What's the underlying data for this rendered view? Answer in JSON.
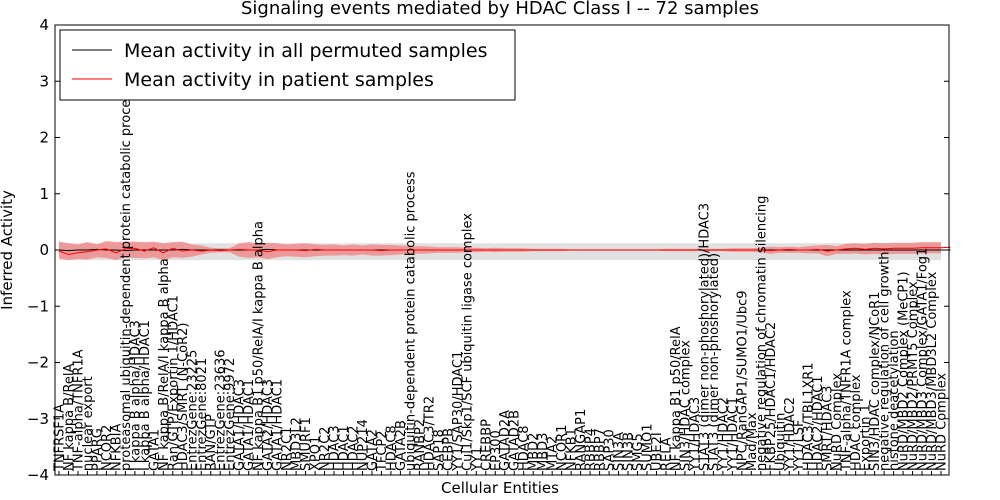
{
  "chart_data": {
    "type": "line",
    "title": "Signaling events mediated by HDAC Class I -- 72 samples",
    "xlabel": "Cellular Entities",
    "ylabel": "Inferred Activity",
    "ylim": [
      -4,
      4
    ],
    "yticks": [
      "−4",
      "−3",
      "−2",
      "−1",
      "0",
      "1",
      "2",
      "3",
      "4"
    ],
    "grid": false,
    "legend_position": "top-left",
    "colors": {
      "permuted": "#000000",
      "patient": "#ff0000",
      "patient_band": "#f08080",
      "permuted_band": "#c8c8c8"
    },
    "entities": [
      "TNFRSF1A",
      "NF kappa B/RelA",
      "TNF-alpha/TNFR1A",
      "nuclear export",
      "PPARG",
      "NCOR2",
      "NFKBIA",
      "proteasomal ubiquitin-dependent protein catabolic process",
      "I kappa B alpha/HDAC3",
      "I kappa B alpha/HDAC1",
      "GATA1",
      "NF kappa B/RelA/I kappa B alpha",
      "Ran/GTP/Exportin 1/HDAC1",
      "HDAC3/SMRT (N-CoR2)",
      "EntrezGene:23225",
      "EntrezGene:8021",
      "RAN/GTP",
      "EntrezGene:23636",
      "EntrezGene:9972",
      "GATA1/HDAC3",
      "GATA1/HDAC1",
      "NF kappa B1 p50/RelA/I kappa B alpha",
      "GATA2/HDAC3",
      "GATA1/HDAC1",
      "NR2C1",
      "MBD3L2",
      "SMURF1",
      "XPO1",
      "NR2C2",
      "HDAC3",
      "HDAC1",
      "HDAC2",
      "NUP214",
      "GATA2",
      "TFCP2",
      "HDAC8",
      "GATA2B",
      "ubiquitin-dependent protein catabolic process",
      "RANBP2",
      "HDAC3/TR2",
      "SAP18",
      "CEBPB",
      "YY1/SAP30/HDAC1",
      "Cul1/Skp1/SCF ubiquitin ligase complex",
      "YY1",
      "CREBBP",
      "EP300",
      "GATAD2A",
      "GATAD2B",
      "HDAC8",
      "MBD2",
      "MBD3",
      "MTA2",
      "NCOR1",
      "NFKB1",
      "RANGAP1",
      "RBBP4",
      "RBBP7",
      "SAP30",
      "SIN3A",
      "SIN3B",
      "SMG5",
      "SUMO1",
      "UBE2I",
      "RELA",
      "NF kappa B1 p50/RelA",
      "SIN3/HDAC complex",
      "YY1/HDAC3",
      "STAT3 (dimer non-phoshorylated)/HDAC3",
      "STAT3 (dimer non-phoshorylated)",
      "YY1/HDAC2",
      "YY1/HDAC1",
      "NPC/RanGAP1/SUMO1/Ubc9",
      "Mad/Max",
      "negative regulation of chromatin silencing",
      "FKBP25/HDAC1/HDAC2",
      "Ubiquitin",
      "YY1/HDAC2",
      "YY1/LSF",
      "HDAC3/TBL1XR1",
      "HDAC2/HDAC1",
      "SMRT/HDAC3",
      "NuRD Complex",
      "TNF-alpha/TNFR1A complex",
      "HDAC complex",
      "Exportin 1",
      "SIN3/HDAC complex/NCoR1",
      "negative regulation of cell growth",
      "histone deacetylation",
      "NuRD/MBD2 Complex (MeCP1)",
      "NuRD/MBD2/PRMT5 Complex",
      "NuRD/MBD3 Complex/GATA1/Fog1",
      "NuRD/MBD3/MBD3L2 Complex",
      "NuRD Complex"
    ],
    "series": [
      {
        "name": "Mean activity in all permuted samples",
        "values": [
          0.0,
          -0.01,
          0.0,
          0.0,
          0.01,
          0.0,
          0.0,
          -0.01,
          0.0,
          0.0,
          0.0,
          0.0,
          0.0,
          0.01,
          0.0,
          0.0,
          0.0,
          0.0,
          0.0,
          0.0,
          0.0,
          0.0,
          0.01,
          0.0,
          0.0,
          0.0,
          0.0,
          0.0,
          0.0,
          0.0,
          0.0,
          0.0,
          0.0,
          0.0,
          0.0,
          0.0,
          0.0,
          0.0,
          0.0,
          0.0,
          0.0,
          0.0,
          0.0,
          0.0,
          0.0,
          0.0,
          0.0,
          0.0,
          0.0,
          0.0,
          0.0,
          0.0,
          0.0,
          0.0,
          0.0,
          0.0,
          0.0,
          0.0,
          0.0,
          0.0,
          0.0,
          0.0,
          0.0,
          0.0,
          0.0,
          0.0,
          0.0,
          0.0,
          0.0,
          0.0,
          0.0,
          0.0,
          0.0,
          0.0,
          0.0,
          0.0,
          0.0,
          0.0,
          0.0,
          0.0,
          0.0,
          0.0,
          0.0,
          0.0,
          0.0,
          0.0,
          0.0,
          0.0,
          0.0,
          0.0,
          0.0,
          0.0,
          0.0,
          0.0,
          0.0
        ]
      },
      {
        "name": "Mean activity in patient samples",
        "values": [
          -0.02,
          -0.08,
          -0.05,
          -0.03,
          0.0,
          0.02,
          -0.05,
          0.02,
          0.03,
          -0.02,
          0.04,
          -0.05,
          0.03,
          -0.02,
          0.0,
          -0.02,
          0.0,
          -0.01,
          0.0,
          0.01,
          0.0,
          0.0,
          -0.03,
          0.0,
          0.0,
          0.0,
          -0.01,
          0.01,
          0.0,
          0.0,
          0.0,
          0.0,
          0.0,
          0.0,
          -0.01,
          0.0,
          0.0,
          0.0,
          0.0,
          0.0,
          0.0,
          0.0,
          0.0,
          0.0,
          0.0,
          0.0,
          0.0,
          0.0,
          0.0,
          0.0,
          0.0,
          0.0,
          0.0,
          0.0,
          0.0,
          0.0,
          0.0,
          0.0,
          0.0,
          0.0,
          0.0,
          0.0,
          0.0,
          0.0,
          0.0,
          0.0,
          0.0,
          0.0,
          0.0,
          0.0,
          0.0,
          0.0,
          0.0,
          0.0,
          0.0,
          -0.01,
          0.0,
          0.01,
          0.0,
          0.0,
          0.01,
          -0.02,
          0.0,
          0.02,
          0.03,
          0.01,
          0.03,
          0.02,
          0.03,
          0.03,
          0.03,
          0.04,
          0.04,
          0.04,
          0.05
        ]
      }
    ],
    "patient_band": {
      "upper": [
        0.15,
        0.12,
        0.1,
        0.14,
        0.1,
        0.16,
        0.14,
        0.15,
        0.15,
        0.14,
        0.15,
        0.12,
        0.14,
        0.15,
        0.1,
        0.08,
        0.04,
        0.03,
        0.03,
        0.12,
        0.14,
        0.12,
        0.13,
        0.12,
        0.1,
        0.11,
        0.12,
        0.1,
        0.09,
        0.1,
        0.08,
        0.1,
        0.08,
        0.1,
        0.09,
        0.09,
        0.08,
        0.07,
        0.07,
        0.06,
        0.05,
        0.05,
        0.05,
        0.04,
        0.04,
        0.03,
        0.04,
        0.03,
        0.03,
        0.03,
        0.02,
        0.02,
        0.02,
        0.02,
        0.01,
        0.01,
        0.01,
        0.01,
        0.01,
        0.01,
        0.01,
        0.01,
        0.01,
        0.01,
        0.02,
        0.02,
        0.02,
        0.02,
        0.02,
        0.02,
        0.02,
        0.03,
        0.03,
        0.03,
        0.04,
        0.06,
        0.05,
        0.06,
        0.05,
        0.07,
        0.08,
        0.09,
        0.07,
        0.11,
        0.12,
        0.11,
        0.13,
        0.12,
        0.13,
        0.13,
        0.13,
        0.14,
        0.14,
        0.14,
        0.14
      ],
      "lower": [
        -0.15,
        -0.18,
        -0.16,
        -0.17,
        -0.13,
        -0.14,
        -0.18,
        -0.13,
        -0.14,
        -0.15,
        -0.13,
        -0.18,
        -0.13,
        -0.14,
        -0.12,
        -0.08,
        -0.05,
        -0.04,
        -0.04,
        -0.12,
        -0.14,
        -0.13,
        -0.16,
        -0.13,
        -0.11,
        -0.12,
        -0.13,
        -0.11,
        -0.1,
        -0.1,
        -0.09,
        -0.1,
        -0.08,
        -0.1,
        -0.1,
        -0.09,
        -0.08,
        -0.07,
        -0.07,
        -0.06,
        -0.05,
        -0.05,
        -0.05,
        -0.04,
        -0.04,
        -0.03,
        -0.04,
        -0.03,
        -0.03,
        -0.03,
        -0.02,
        -0.02,
        -0.02,
        -0.02,
        -0.01,
        -0.01,
        -0.01,
        -0.01,
        -0.01,
        -0.01,
        -0.01,
        -0.01,
        -0.01,
        -0.01,
        -0.02,
        -0.02,
        -0.02,
        -0.02,
        -0.02,
        -0.02,
        -0.02,
        -0.03,
        -0.03,
        -0.03,
        -0.04,
        -0.07,
        -0.05,
        -0.05,
        -0.05,
        -0.06,
        -0.06,
        -0.11,
        -0.07,
        -0.07,
        -0.06,
        -0.08,
        -0.07,
        -0.08,
        -0.07,
        -0.07,
        -0.07,
        -0.06,
        -0.06,
        -0.06,
        -0.04
      ]
    },
    "permuted_band": {
      "upper": 0.12,
      "lower": -0.18
    }
  }
}
